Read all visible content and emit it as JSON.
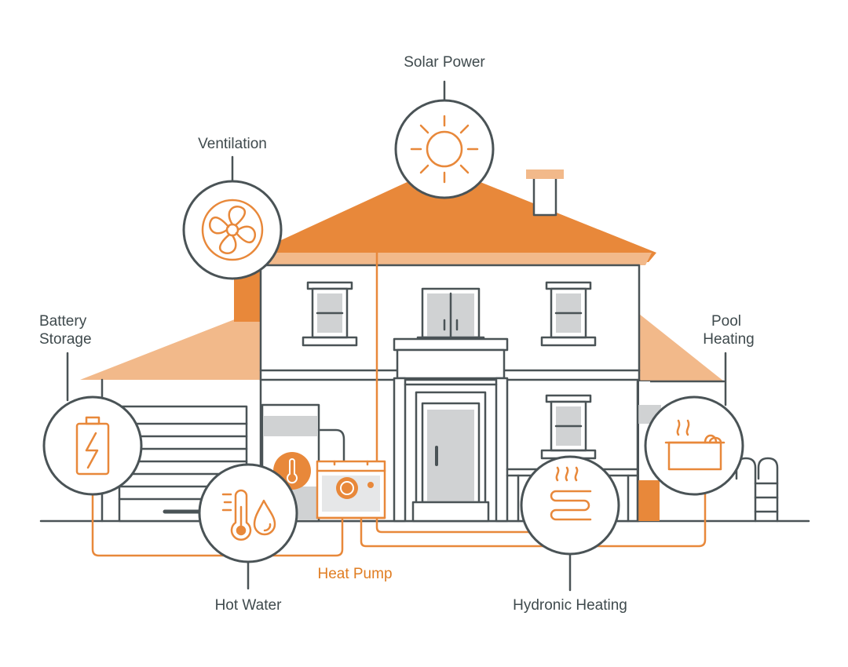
{
  "labels": {
    "solar_power": "Solar Power",
    "ventilation": "Ventilation",
    "battery_storage_line1": "Battery",
    "battery_storage_line2": "Storage",
    "pool_heating_line1": "Pool",
    "pool_heating_line2": "Heating",
    "hot_water": "Hot Water",
    "heat_pump": "Heat Pump",
    "hydronic_heating": "Hydronic Heating"
  },
  "icons": {
    "solar": "sun-icon",
    "ventilation": "fan-icon",
    "battery": "battery-icon",
    "pool": "pool-icon",
    "hot_water": "thermometer-droplet-icon",
    "hydronic": "radiant-coil-icon",
    "heat_pump": "heat-pump-unit-icon"
  },
  "colors": {
    "accent_orange": "#e8883a",
    "light_orange": "#f2b98a",
    "line_orange": "#e8883a",
    "outline_gray": "#4a5356",
    "window_gray": "#d0d2d3"
  }
}
